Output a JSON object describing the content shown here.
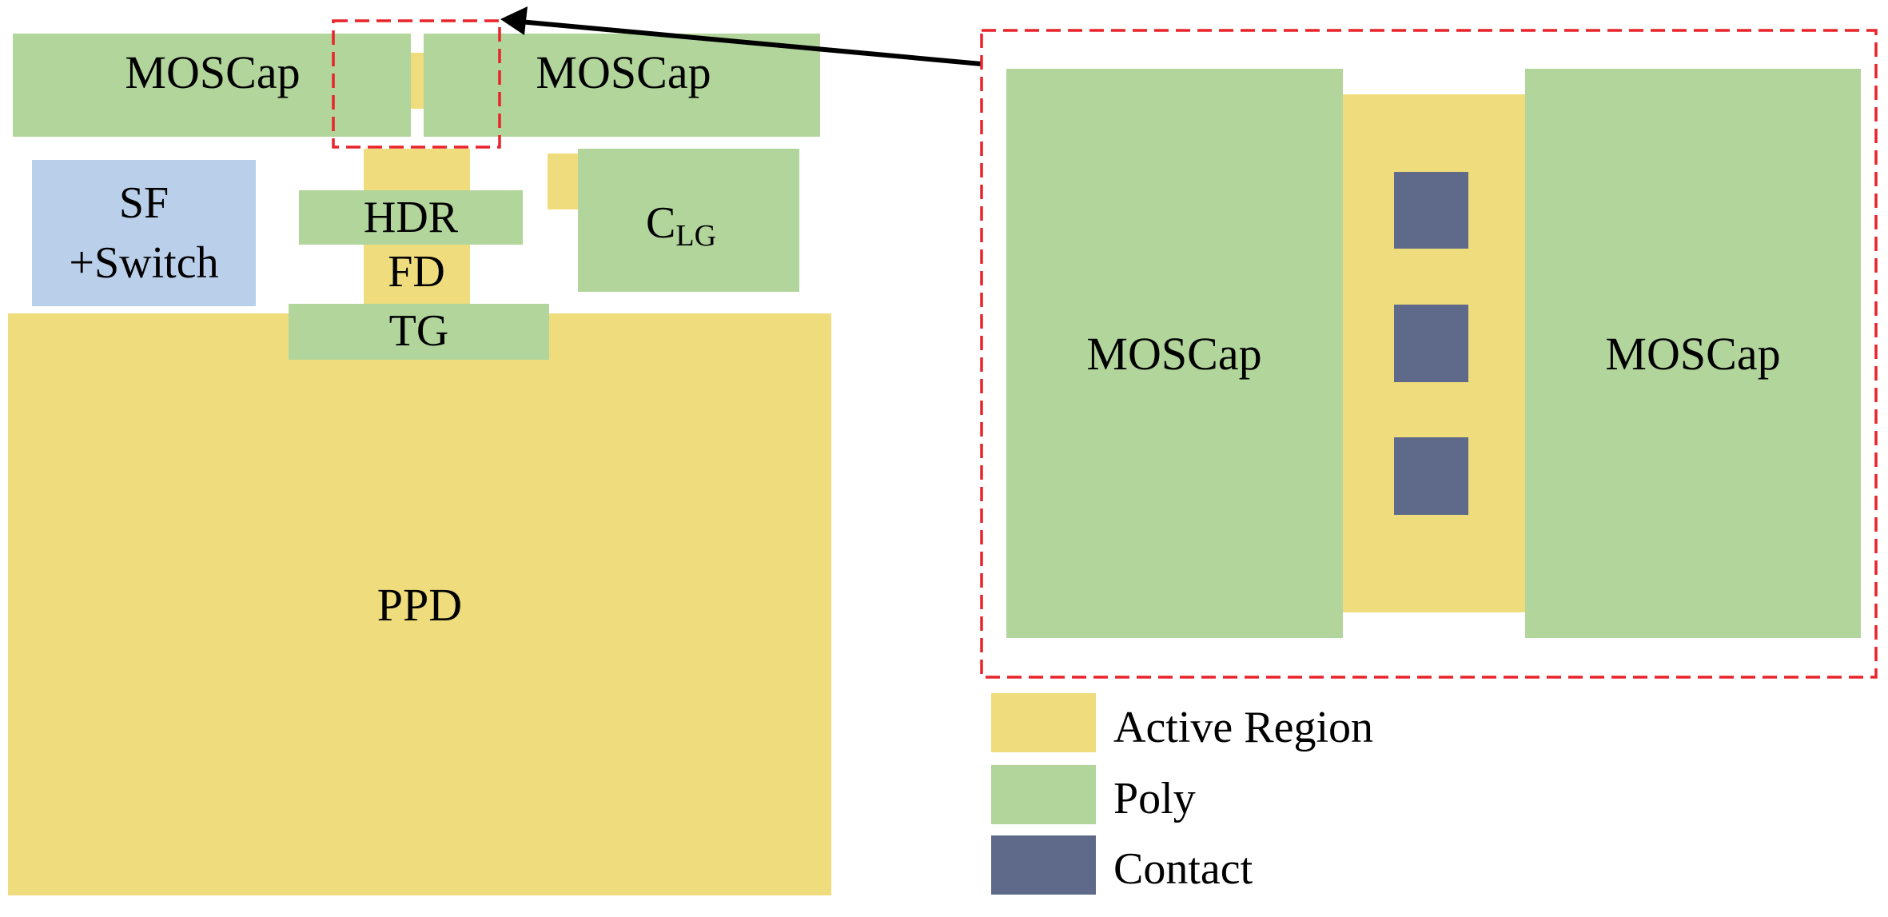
{
  "colors": {
    "active": "#EFDC7C",
    "poly": "#B2D59C",
    "contact": "#5F6A8A",
    "sf_switch": "#BACFEA",
    "callout": "#E8242A",
    "arrow": "#000000",
    "background": "#FFFFFF"
  },
  "labels": {
    "moscap_left": "MOSCap",
    "moscap_right": "MOSCap",
    "sf_line1": "SF",
    "sf_line2": "+Switch",
    "hdr": "HDR",
    "fd": "FD",
    "tg": "TG",
    "clg_main": "C",
    "clg_sub": "LG",
    "ppd": "PPD",
    "zoom_moscap_left": "MOSCap",
    "zoom_moscap_right": "MOSCap"
  },
  "legend": {
    "items": [
      {
        "label": "Active Region",
        "color": "#EFDC7C"
      },
      {
        "label": "Poly",
        "color": "#B2D59C"
      },
      {
        "label": "Contact",
        "color": "#5F6A8A"
      }
    ]
  }
}
